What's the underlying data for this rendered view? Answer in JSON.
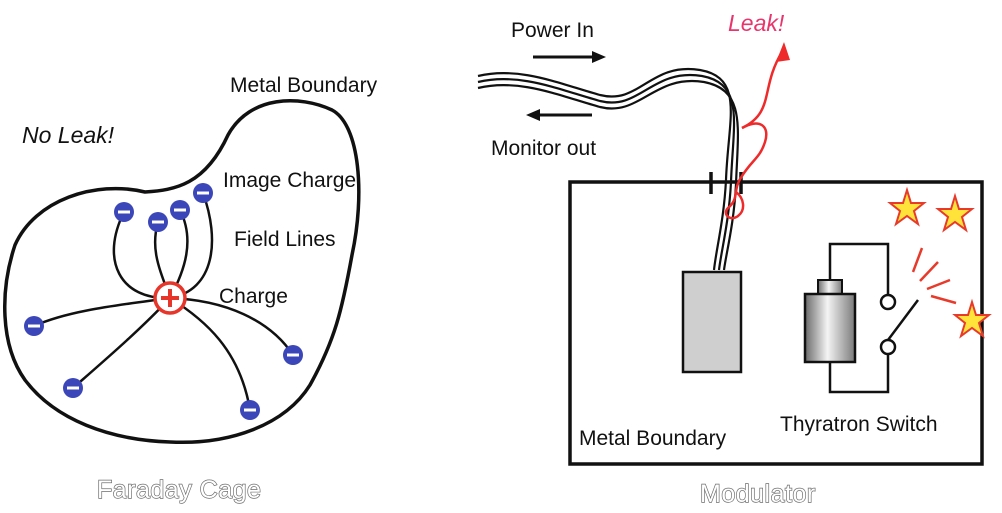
{
  "faraday": {
    "no_leak": "No Leak!",
    "metal_boundary": "Metal Boundary",
    "image_charge": "Image Charge",
    "field_lines": "Field Lines",
    "charge": "Charge",
    "caption": "Faraday Cage",
    "positive_sign": "+",
    "negative_sign": "−"
  },
  "modulator": {
    "power_in": "Power In",
    "monitor_out": "Monitor out",
    "leak": "Leak!",
    "metal_boundary": "Metal Boundary",
    "thyratron_switch": "Thyratron Switch",
    "caption": "Modulator"
  },
  "colors": {
    "outline": "#111111",
    "positive_charge": "#e8352a",
    "image_charge": "#3b46b8",
    "leak": "#e8356e",
    "leak_wire": "#ee2a2a",
    "spark_fill": "#ffe23a",
    "spark_stroke": "#e83a2a",
    "box_fill": "#cfcfcf"
  }
}
